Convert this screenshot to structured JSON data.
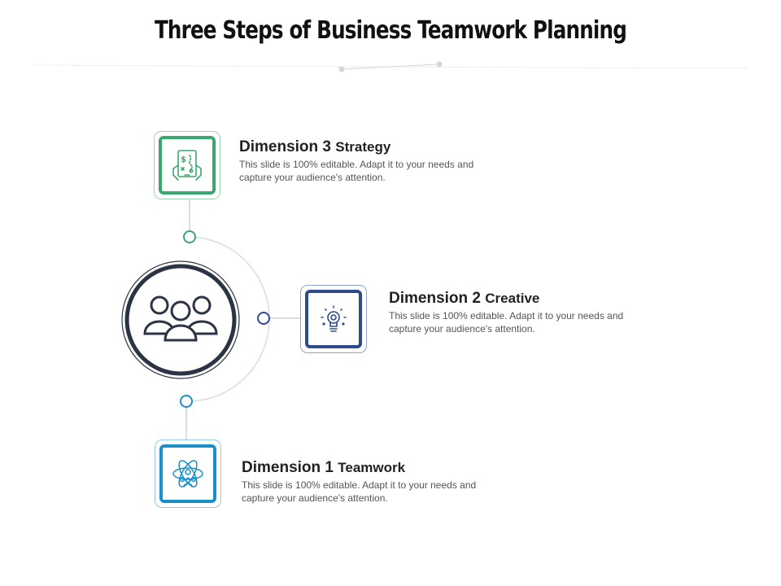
{
  "title": "Three Steps of Business Teamwork Planning",
  "colors": {
    "strategy": "#3aa76d",
    "creative": "#2e4b8c",
    "teamwork": "#1a8fc9",
    "hub": "#2b3444",
    "connector": "#d9d9d9"
  },
  "steps": [
    {
      "id": "strategy",
      "heading_main": "Dimension 3",
      "heading_sub": "Strategy",
      "description": "This slide is 100% editable. Adapt it to your needs and capture your audience's attention.",
      "icon": "strategy-tablet-icon"
    },
    {
      "id": "creative",
      "heading_main": "Dimension 2",
      "heading_sub": "Creative",
      "description": "This slide is 100% editable. Adapt it to your needs and capture your audience's attention.",
      "icon": "lightbulb-icon"
    },
    {
      "id": "teamwork",
      "heading_main": "Dimension 1",
      "heading_sub": "Teamwork",
      "description": "This slide is 100% editable. Adapt it to your needs and capture your audience's attention.",
      "icon": "team-atom-icon"
    }
  ],
  "hub_icon": "team-group-icon"
}
